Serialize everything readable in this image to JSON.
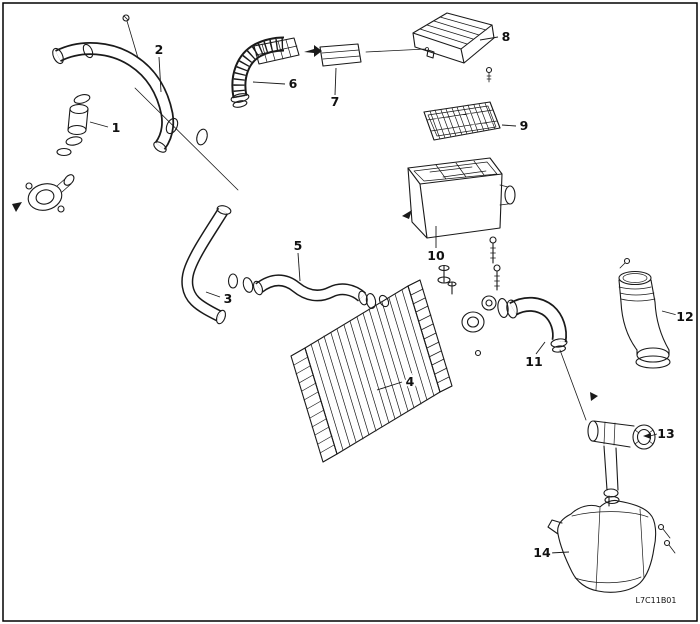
{
  "diagram": {
    "code": "L7C11B01",
    "colors": {
      "line": "#1a1a1a",
      "background": "#ffffff"
    },
    "labels": [
      {
        "text": "1"
      },
      {
        "text": "2"
      },
      {
        "text": "3"
      },
      {
        "text": "4"
      },
      {
        "text": "5"
      },
      {
        "text": "6"
      },
      {
        "text": "7"
      },
      {
        "text": "8"
      },
      {
        "text": "9"
      },
      {
        "text": "10"
      },
      {
        "text": "11"
      },
      {
        "text": "12"
      },
      {
        "text": "13"
      },
      {
        "text": "14"
      }
    ]
  }
}
